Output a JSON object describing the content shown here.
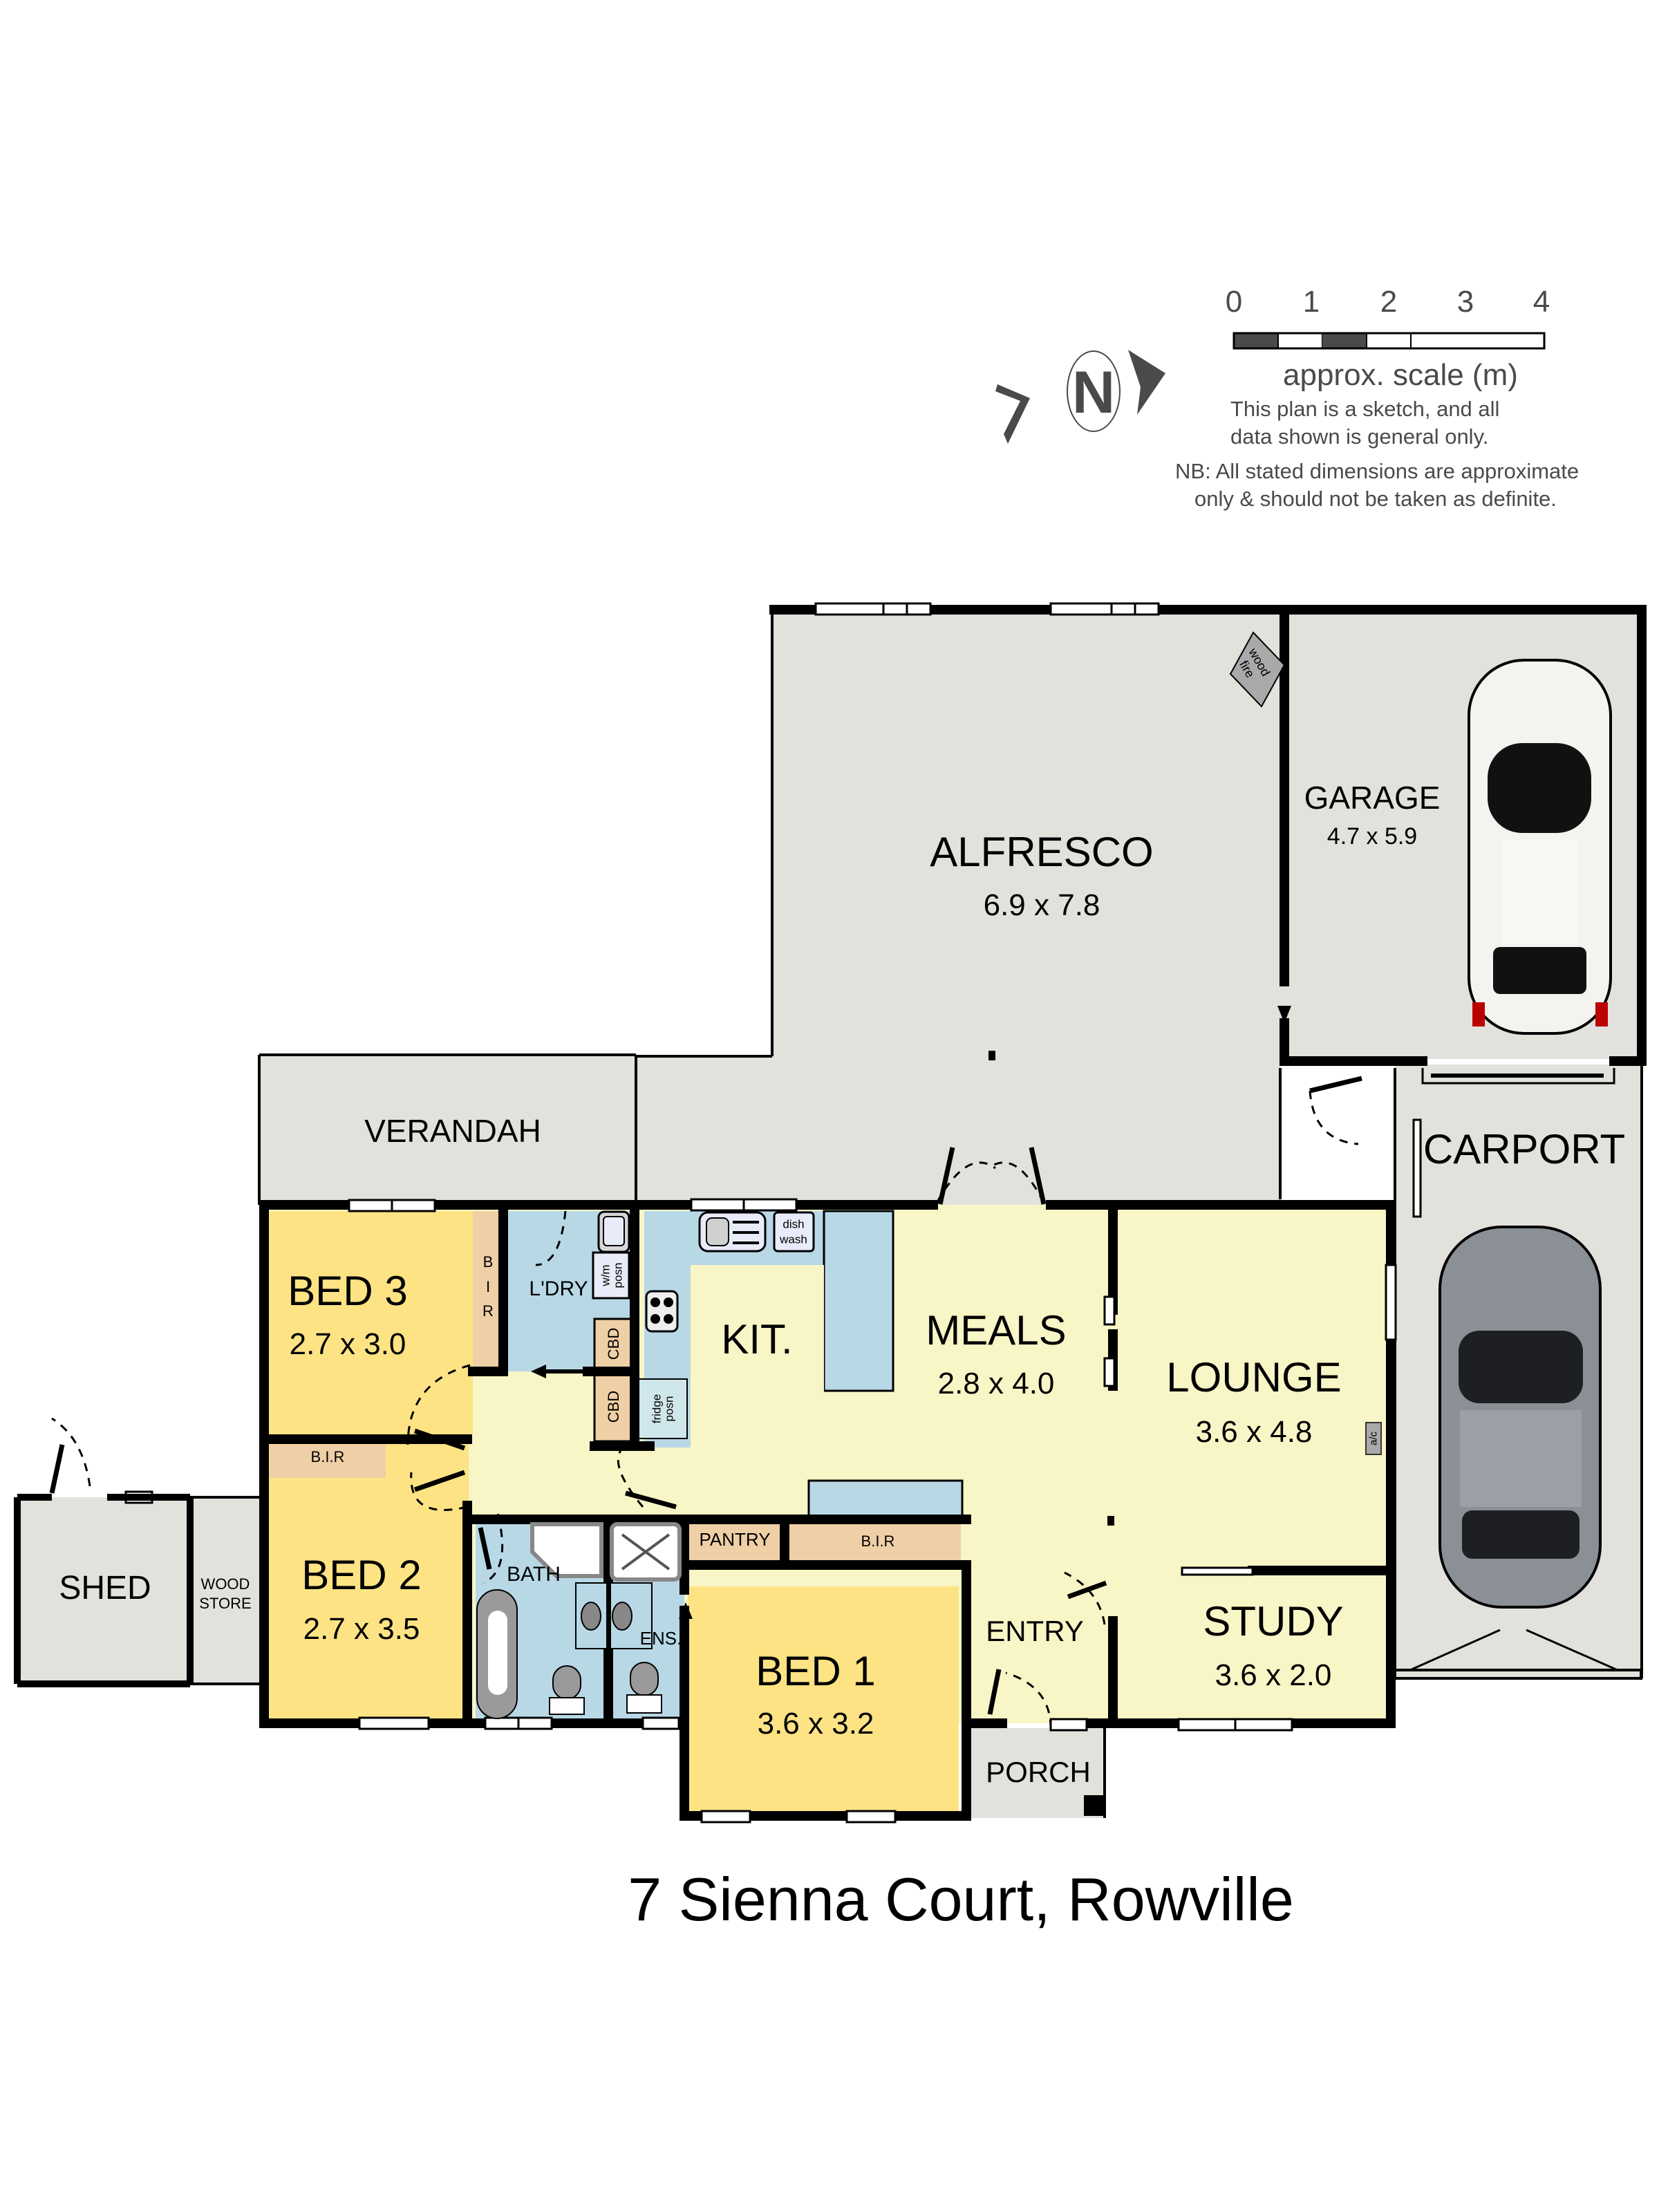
{
  "title": "7 Sienna Court, Rowville",
  "legend": {
    "scale_ticks": [
      "0",
      "1",
      "2",
      "3",
      "4"
    ],
    "scale_label": "approx. scale (m)",
    "disclaimer_1": "This plan is a sketch, and all",
    "disclaimer_2": "data shown is general only.",
    "note_1": "NB: All stated dimensions are approximate",
    "note_2": "only & should not be taken as definite.",
    "north_label": "N"
  },
  "colors": {
    "outdoor_grey": "#e2e1dc",
    "living_cream": "#f8f5c6",
    "bedroom_yellow": "#fde384",
    "wet_blue": "#b8d8e6",
    "storage_beige": "#efcfa6",
    "wall": "#000000",
    "legend_grey": "#4a4a4a"
  },
  "rooms": {
    "alfresco": {
      "name": "ALFRESCO",
      "dims": "6.9 x 7.8"
    },
    "garage": {
      "name": "GARAGE",
      "dims": "4.7 x 5.9"
    },
    "carport": {
      "name": "CARPORT"
    },
    "verandah": {
      "name": "VERANDAH"
    },
    "bed3": {
      "name": "BED 3",
      "dims": "2.7 x 3.0"
    },
    "bed2": {
      "name": "BED 2",
      "dims": "2.7 x 3.5"
    },
    "bed1": {
      "name": "BED 1",
      "dims": "3.6 x 3.2"
    },
    "kitchen": {
      "name": "KIT."
    },
    "meals": {
      "name": "MEALS",
      "dims": "2.8 x 4.0"
    },
    "lounge": {
      "name": "LOUNGE",
      "dims": "3.6 x 4.8"
    },
    "study": {
      "name": "STUDY",
      "dims": "3.6 x 2.0"
    },
    "entry": {
      "name": "ENTRY"
    },
    "porch": {
      "name": "PORCH"
    },
    "laundry": {
      "name": "L'DRY"
    },
    "bath": {
      "name": "BATH"
    },
    "ensuite": {
      "name": "ENS."
    },
    "pantry": {
      "name": "PANTRY"
    },
    "shed": {
      "name": "SHED"
    },
    "wood_store": {
      "name_1": "WOOD",
      "name_2": "STORE"
    }
  },
  "fixtures": {
    "bir_bed3": {
      "l1": "B",
      "l2": "I",
      "l3": "R"
    },
    "bir_bed2": "B.I.R",
    "bir_bed1": "B.I.R",
    "cbd_upper": "CBD",
    "cbd_lower": "CBD",
    "washing_machine": {
      "l1": "w/m",
      "l2": "posn"
    },
    "fridge": {
      "l1": "fridge",
      "l2": "posn"
    },
    "dishwasher": {
      "l1": "dish",
      "l2": "wash"
    },
    "wood_fire": {
      "l1": "wood",
      "l2": "fire"
    },
    "air_con": "a/c"
  }
}
